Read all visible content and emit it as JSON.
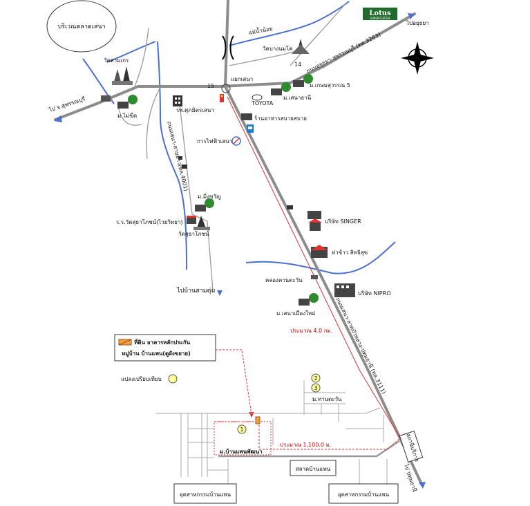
{
  "colors": {
    "road": "#8c8c8c",
    "river": "#4a6fd0",
    "route": "#e03030",
    "tree": "#2e8b2e",
    "badge": "#ffff99"
  },
  "labels": {
    "market_circle": "บริเวณตลาดเสนา",
    "wat_samko": "วัดสามเกร",
    "to_suphan": "ไป จ.สุพรรณบุรี",
    "m_mai_khit": "ม.ไม่ฆีด",
    "rs_hospital": "รพ.ศุภมิตรเสนา",
    "mae_nam_noi": "แม่น้ำน้อย",
    "wat_bang_nom_kho": "วัดบางนมโค",
    "num_14": "14",
    "num_15": "15",
    "yaek_sena": "แยกเสนา",
    "toyota": "TOYOTA",
    "m_sena_thani": "ม.เสนาธานี",
    "m_kasem": "ม.เกษมสุวรรณ 5",
    "road_ayut_suphan": "ถนนอยุธยา-สุพรรณบุรี (ทล.3263)",
    "to_ayutthaya": "ไปอยุธยา",
    "lotus": "Lotus",
    "lotus_sub": "SUPERCENTER",
    "north": "N",
    "restaurant": "ร้านอาหารสบายสบาย",
    "power_office": "การไฟฟ้าเสนา",
    "road_sena_sam": "ถนนเสนา-สามอ่าว(ทล.4001)",
    "m_mingkhwan": "ม.มิ่งขวัญ",
    "school": "ร.ร.วัดสุธาโภชน์(ไวยวิทยา)",
    "wat_sutha": "วัดสุธาโภชน์",
    "to_ban_sam_rum": "ไปบ้านสามตุ่ม",
    "singer": "บริษัท SINGER",
    "rice_mill": "ท่าข้าว สิทธิสุข",
    "khlong": "คลองตานตะวัน",
    "nipro": "บริษัท NIPRO",
    "m_sena_muang_mai": "ม.เสนาเมืองใหม่",
    "road_sena_pathum": "ถนนเสนา-ลาดบัวหลวง-ปทุมธานี (ทล.3111)",
    "approx_4km": "ประมาณ 4.0 กม.",
    "legend_line1": "ที่ดิน อาคารหลักประกัน",
    "legend_line2": "หมู่บ้าน บ้านแพน(ดูผังขยาย)",
    "plaeng": "แปลงเปรียบเทียบ",
    "badge_1": "1",
    "badge_2": "2",
    "badge_3": "3",
    "m_than_tawan": "ม.ทานตะวัน",
    "m_ban_phaen": "ม.บ้านแพนพัฒนา",
    "approx_1100m": "ประมาณ 1,100.0 ม.",
    "school_ban_phaen": "สลาดบ้านแพน",
    "market_left": "อุดสาหกรรมบ้านแพน",
    "market_right": "อุดสาหกรรมบ้านแพน",
    "to_pathum": "ไป ปทุมธานี",
    "gas": "สถานีบริการ"
  }
}
